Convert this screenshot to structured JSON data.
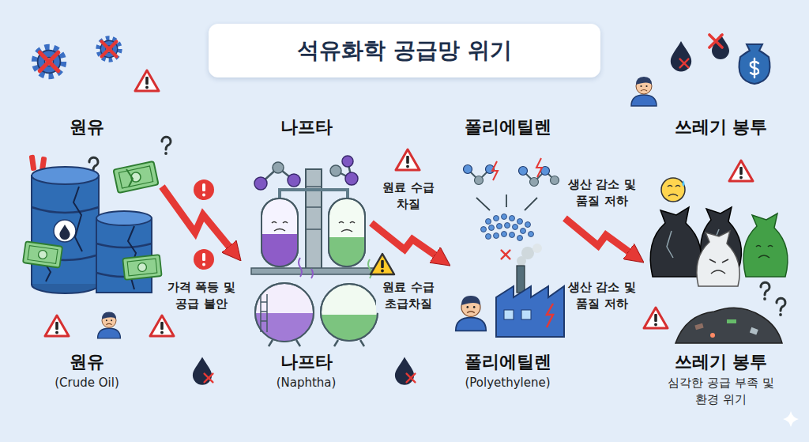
{
  "diagram": {
    "title": "석유화학 공급망 위기",
    "nodes": [
      {
        "text": [
          "원유",
          "원유",
          "(Crude Oil)"
        ]
      },
      {
        "text": [
          "나프타",
          "나프타",
          "(Naphtha)"
        ]
      },
      {
        "text": [
          "폴리에틸렌",
          "폴리에틸렌",
          "(Polyethylene)"
        ]
      },
      {
        "text": [
          "쓰레기 봉투",
          "쓰레기 봉투",
          "심각한 공급 부족 및 환경 위기"
        ]
      }
    ],
    "edges": [
      {
        "from": 0,
        "to": 1,
        "arrow": "to",
        "label": "가격 폭등 및 공급 불안"
      },
      {
        "from": 1,
        "to": 2,
        "arrow": "to",
        "label": "원료 수급 차질"
      },
      {
        "from": 2,
        "to": 3,
        "arrow": "to",
        "label": "생산 감소 및 품질 저하"
      }
    ],
    "labels": [
      "원료 수급 초급차질",
      "생산 감소 및 품질 저하"
    ]
  }
}
